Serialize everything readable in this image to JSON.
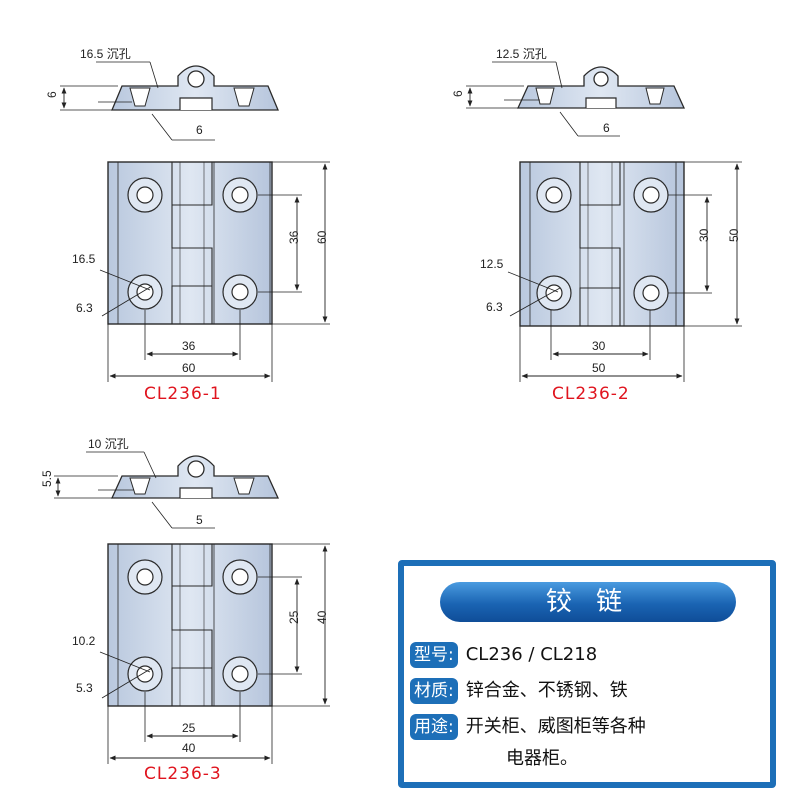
{
  "colors": {
    "plate": "#c9d6e8",
    "plate_stroke": "#2a2a2a",
    "model_label": "#e0141e",
    "card_border": "#1d6fb8",
    "title_bg": "#1a64b3"
  },
  "hinges": [
    {
      "model": "CL236-1",
      "sink_label": "16.5 沉孔",
      "thickness": "6",
      "knuckle_gap": "6",
      "hole_spacing": "36",
      "height": "60",
      "counterbore_dia": "16.5",
      "hole_dia": "6.3",
      "bottom_spacing": "36",
      "width": "60"
    },
    {
      "model": "CL236-2",
      "sink_label": "12.5 沉孔",
      "thickness": "6",
      "knuckle_gap": "6",
      "hole_spacing": "30",
      "height": "50",
      "counterbore_dia": "12.5",
      "hole_dia": "6.3",
      "bottom_spacing": "30",
      "width": "50"
    },
    {
      "model": "CL236-3",
      "sink_label": "10 沉孔",
      "thickness": "5.5",
      "knuckle_gap": "5",
      "hole_spacing": "25",
      "height": "40",
      "counterbore_dia": "10.2",
      "hole_dia": "5.3",
      "bottom_spacing": "25",
      "width": "40"
    }
  ],
  "info": {
    "title": "铰 链",
    "model_label": "型号:",
    "model_value": "CL236 / CL218",
    "material_label": "材质:",
    "material_value": "锌合金、不锈钢、铁",
    "usage_label": "用途:",
    "usage_value_line1": "开关柜、威图柜等各种",
    "usage_value_line2": "电器柜。"
  }
}
